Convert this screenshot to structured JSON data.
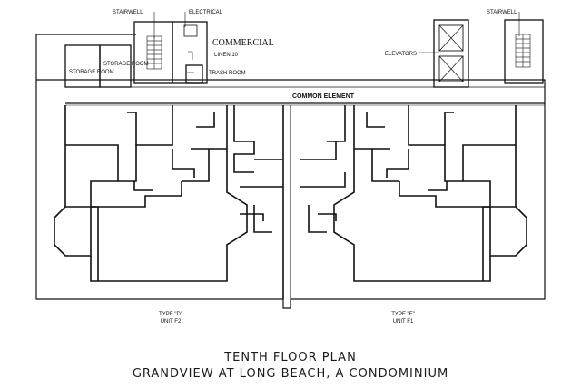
{
  "labels": {
    "stairwell_left": "STAIRWELL",
    "electrical": "ELECTRICAL",
    "commercial": "COMMERCIAL",
    "linen": "LINEN 10",
    "trash_room": "TRASH ROOM",
    "storage_room_1": "STORAGE ROOM",
    "storage_room_2": "STORAGE ROOM",
    "elevators": "ELEVATORS",
    "stairwell_right": "STAIRWELL",
    "common_element": "COMMON ELEMENT",
    "type_d": "TYPE \"D\"",
    "unit_f2": "UNIT F2",
    "type_e": "TYPE \"E\"",
    "unit_f1": "UNIT F1"
  },
  "title": {
    "line1": "TENTH FLOOR PLAN",
    "line2": "GRANDVIEW AT LONG BEACH, A CONDOMINIUM"
  }
}
